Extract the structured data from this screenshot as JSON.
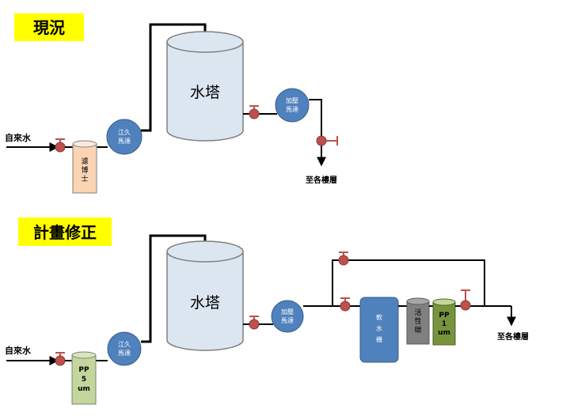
{
  "current": {
    "title": "現況",
    "water_in": "自來水",
    "filter": [
      "濾",
      "博",
      "士"
    ],
    "pump1": [
      "江久",
      "馬達"
    ],
    "tower": "水塔",
    "pump2": [
      "加壓",
      "馬達"
    ],
    "outlet": "至各樓層"
  },
  "planned": {
    "title": "計畫修正",
    "water_in": "自來水",
    "filter": [
      "PP",
      "5",
      "um"
    ],
    "pump1": [
      "江久",
      "馬達"
    ],
    "tower": "水塔",
    "pump2": [
      "加壓",
      "馬達"
    ],
    "softener": [
      "軟",
      "水",
      "機"
    ],
    "carbon": [
      "活",
      "性",
      "碳"
    ],
    "filter2": [
      "PP",
      "1",
      "um"
    ],
    "outlet": "至各樓層"
  },
  "colors": {
    "title_bg": "#ffff00",
    "tank": "#dce6f1",
    "pump": "#4f81bd",
    "valve": "#c0504d",
    "filter_orange": "#fbd4b4",
    "filter_green": "#c3d69b",
    "softener": "#4f81bd",
    "carbon": "#808080",
    "filter2": "#77933c"
  }
}
